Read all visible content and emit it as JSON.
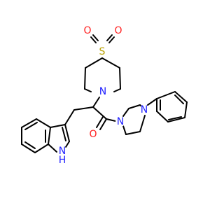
{
  "colors": {
    "bond": "#000000",
    "nitrogen": "#1f1fff",
    "oxygen": "#ff1f1f",
    "sulfur": "#b8a000",
    "background": "#ffffff"
  },
  "atoms": {
    "sulfur": "S",
    "sulfone_oxygen_left": "O",
    "sulfone_oxygen_right": "O",
    "thiomorpholine_nitrogen": "N",
    "piperazine_nitrogen_amide": "N",
    "piperazine_nitrogen_phenyl": "N",
    "carbonyl_oxygen": "O",
    "indole_nitrogen": "N",
    "indole_hydrogen": "H"
  }
}
